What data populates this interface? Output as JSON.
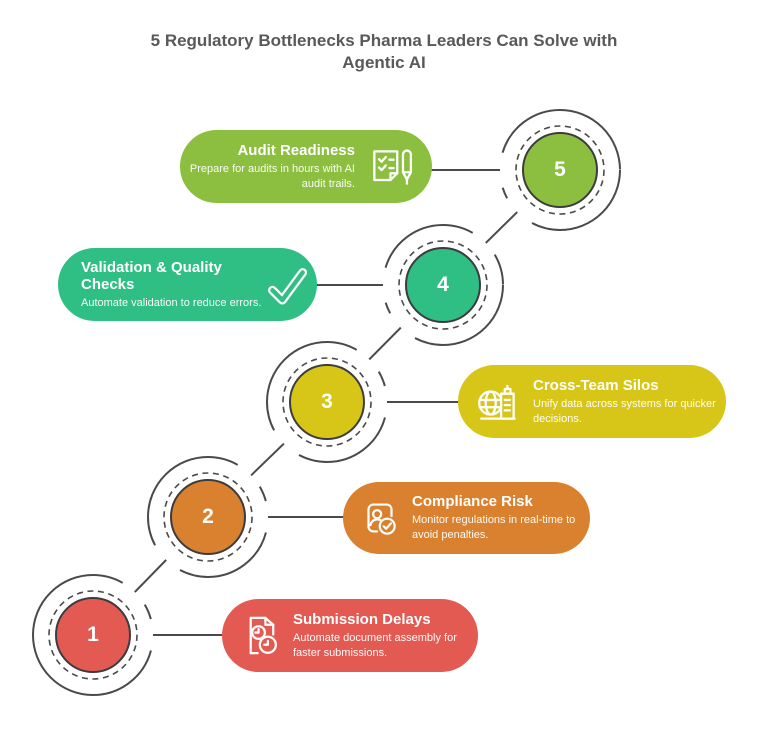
{
  "title": {
    "line1": "5 Regulatory Bottlenecks Pharma Leaders Can Solve with",
    "line2": "Agentic AI"
  },
  "palette": {
    "line_color": "#4A4A4C",
    "title_color": "#58595B",
    "background": "#FFFFFF",
    "number_text_color": "#FFFFFF"
  },
  "steps": [
    {
      "number": "1",
      "label": "Submission Delays",
      "description": "Automate document assembly for faster submissions.",
      "color": "#E25A52",
      "icon": "document-clock-icon"
    },
    {
      "number": "2",
      "label": "Compliance Risk",
      "description": "Monitor regulations in real-time to avoid penalties.",
      "color": "#D9812E",
      "icon": "person-badge-check-icon"
    },
    {
      "number": "3",
      "label": "Cross-Team Silos",
      "description": "Unify data across systems for quicker decisions.",
      "color": "#D7C518",
      "icon": "globe-building-icon"
    },
    {
      "number": "4",
      "label": "Validation & Quality Checks",
      "description": "Automate validation to reduce errors.",
      "color": "#2FBE84",
      "icon": "checkmark-icon"
    },
    {
      "number": "5",
      "label": "Audit Readiness",
      "description": "Prepare for audits in hours with AI audit trails.",
      "color": "#8CBE3F",
      "icon": "checklist-pen-icon"
    }
  ]
}
